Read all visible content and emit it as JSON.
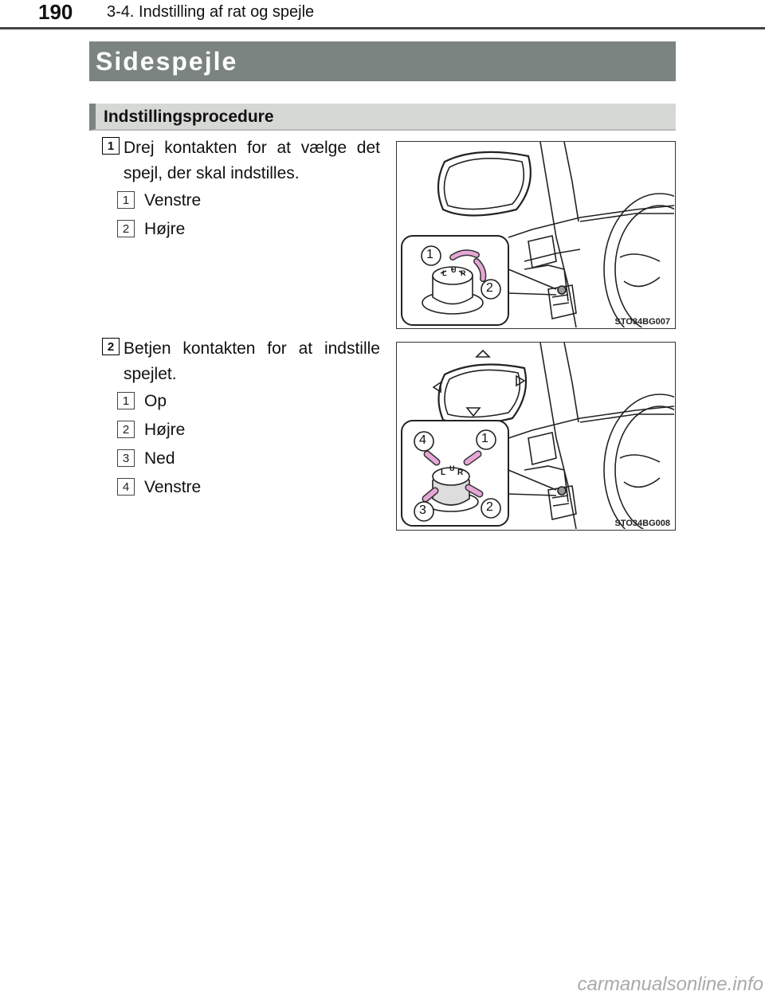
{
  "header": {
    "page_number": "190",
    "section": "3-4. Indstilling af rat og spejle"
  },
  "title": "Sidespejle",
  "subtitle": "Indstillingsprocedure",
  "steps": [
    {
      "number": "1",
      "text": "Drej kontakten for at vælge det spejl, der skal indstilles.",
      "items": [
        {
          "num": "1",
          "label": "Venstre"
        },
        {
          "num": "2",
          "label": "Højre"
        }
      ],
      "figure": {
        "code": "STO34BG007",
        "knob_labels": [
          "L",
          "U",
          "R"
        ],
        "callouts": [
          "1",
          "2"
        ]
      }
    },
    {
      "number": "2",
      "text": "Betjen kontakten for at indstille spejlet.",
      "items": [
        {
          "num": "1",
          "label": "Op"
        },
        {
          "num": "2",
          "label": "Højre"
        },
        {
          "num": "3",
          "label": "Ned"
        },
        {
          "num": "4",
          "label": "Venstre"
        }
      ],
      "figure": {
        "code": "STO34BG008",
        "knob_labels": [
          "L",
          "U",
          "R"
        ],
        "callouts": [
          "4",
          "1",
          "3",
          "2"
        ]
      }
    }
  ],
  "footer": "carmanualsonline.info",
  "colors": {
    "title_bar": "#7b8480",
    "sub_bar": "#d6d8d6",
    "arrow": "#e6a6d6"
  }
}
